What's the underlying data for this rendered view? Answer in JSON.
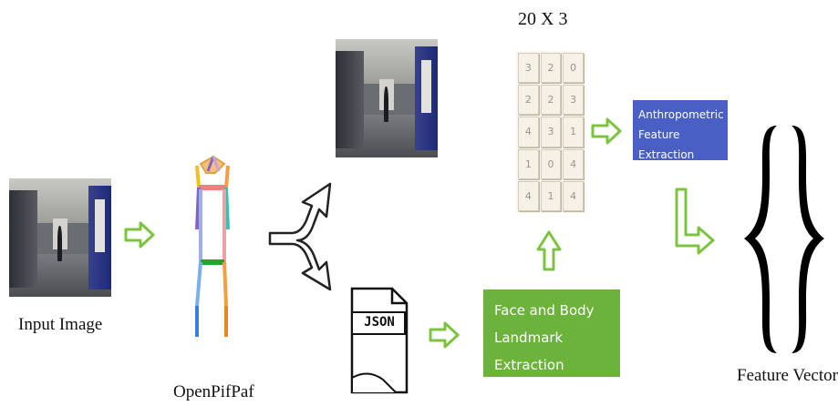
{
  "labels": {
    "input_image": "Input Image",
    "openpifpaf": "OpenPifPaf",
    "matrix_size": "20 X 3",
    "feature_vector": "Feature Vector"
  },
  "boxes": {
    "landmark_line1": "Face and Body",
    "landmark_line2": "Landmark Extraction",
    "anthro_line1": "Anthropometric",
    "anthro_line2": "Feature Extraction"
  },
  "json_icon_text": "JSON",
  "matrix": [
    [
      "3",
      "2",
      "0"
    ],
    [
      "2",
      "2",
      "3"
    ],
    [
      "4",
      "3",
      "1"
    ],
    [
      "1",
      "0",
      "4"
    ],
    [
      "4",
      "1",
      "4"
    ]
  ],
  "colors": {
    "arrow_green": "#7cc43f",
    "box_green": "#6cb33b",
    "box_blue": "#4a5fc3",
    "skeleton_red": "#f08080",
    "skeleton_green": "#22a52c",
    "skeleton_purple": "#8b5fc8",
    "skeleton_blue": "#3a7de0",
    "skeleton_orange": "#f0a040"
  },
  "icons": [
    "hollow-right-arrow-icon",
    "split-arrow-icon",
    "json-file-icon",
    "up-arrow-icon",
    "l-turn-arrow-icon",
    "curly-brace-icon"
  ]
}
